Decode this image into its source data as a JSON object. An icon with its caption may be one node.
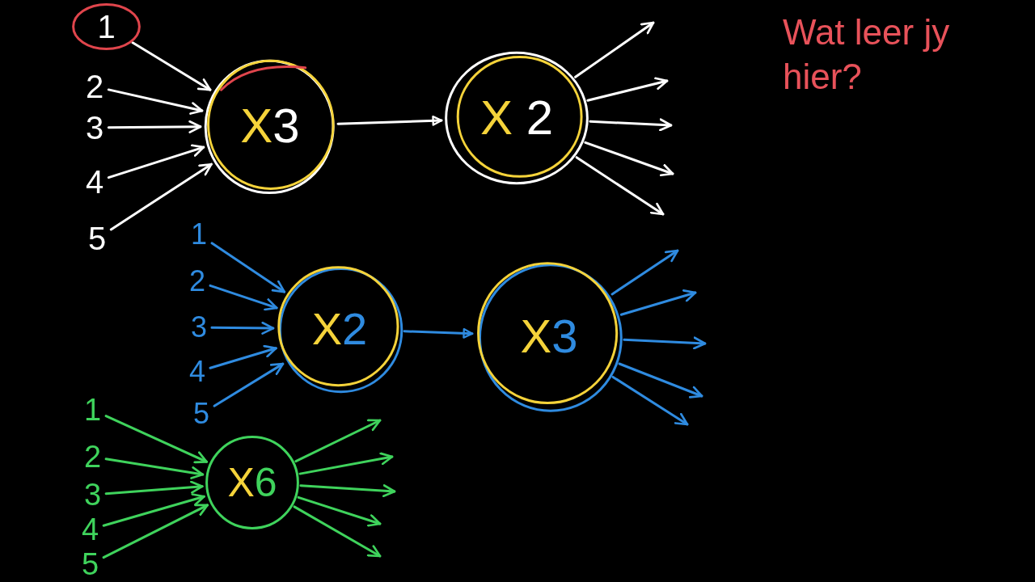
{
  "diagram": {
    "nodes": [
      {
        "text": [
          "1"
        ]
      },
      {
        "text": [
          "2"
        ]
      },
      {
        "text": [
          "3"
        ]
      },
      {
        "text": [
          "4"
        ]
      },
      {
        "text": [
          "5"
        ]
      },
      {
        "text": [
          "X3"
        ]
      },
      {
        "text": [
          "X 2"
        ]
      },
      {
        "text": [
          "1"
        ]
      },
      {
        "text": [
          "2"
        ]
      },
      {
        "text": [
          "3"
        ]
      },
      {
        "text": [
          "4"
        ]
      },
      {
        "text": [
          "5"
        ]
      },
      {
        "text": [
          "X2"
        ]
      },
      {
        "text": [
          "X3"
        ]
      },
      {
        "text": [
          "1"
        ]
      },
      {
        "text": [
          "2"
        ]
      },
      {
        "text": [
          "3"
        ]
      },
      {
        "text": [
          "4"
        ]
      },
      {
        "text": [
          "5"
        ]
      },
      {
        "text": [
          "X6"
        ]
      }
    ],
    "edges": [
      {
        "from": 0,
        "to": 5,
        "arrow": "to"
      },
      {
        "from": 1,
        "to": 5,
        "arrow": "to"
      },
      {
        "from": 2,
        "to": 5,
        "arrow": "to"
      },
      {
        "from": 3,
        "to": 5,
        "arrow": "to"
      },
      {
        "from": 4,
        "to": 5,
        "arrow": "to"
      },
      {
        "from": 5,
        "to": 6,
        "arrow": "to"
      },
      {
        "from": 6,
        "to": null,
        "arrow": "to"
      },
      {
        "from": 6,
        "to": null,
        "arrow": "to"
      },
      {
        "from": 6,
        "to": null,
        "arrow": "to"
      },
      {
        "from": 6,
        "to": null,
        "arrow": "to"
      },
      {
        "from": 6,
        "to": null,
        "arrow": "to"
      },
      {
        "from": 7,
        "to": 12,
        "arrow": "to",
        "color": "#2f8be0"
      },
      {
        "from": 8,
        "to": 12,
        "arrow": "to",
        "color": "#2f8be0"
      },
      {
        "from": 9,
        "to": 12,
        "arrow": "to",
        "color": "#2f8be0"
      },
      {
        "from": 10,
        "to": 12,
        "arrow": "to",
        "color": "#2f8be0"
      },
      {
        "from": 11,
        "to": 12,
        "arrow": "to",
        "color": "#2f8be0"
      },
      {
        "from": 12,
        "to": 13,
        "arrow": "to",
        "color": "#2f8be0"
      },
      {
        "from": 13,
        "to": null,
        "arrow": "to",
        "color": "#2f8be0"
      },
      {
        "from": 13,
        "to": null,
        "arrow": "to",
        "color": "#2f8be0"
      },
      {
        "from": 13,
        "to": null,
        "arrow": "to",
        "color": "#2f8be0"
      },
      {
        "from": 13,
        "to": null,
        "arrow": "to",
        "color": "#2f8be0"
      },
      {
        "from": 13,
        "to": null,
        "arrow": "to",
        "color": "#2f8be0"
      },
      {
        "from": 14,
        "to": 19,
        "arrow": "to",
        "color": "#3fd35c"
      },
      {
        "from": 15,
        "to": 19,
        "arrow": "to",
        "color": "#3fd35c"
      },
      {
        "from": 16,
        "to": 19,
        "arrow": "to",
        "color": "#3fd35c"
      },
      {
        "from": 17,
        "to": 19,
        "arrow": "to",
        "color": "#3fd35c"
      },
      {
        "from": 18,
        "to": 19,
        "arrow": "to",
        "color": "#3fd35c"
      },
      {
        "from": 19,
        "to": null,
        "arrow": "to",
        "color": "#3fd35c"
      },
      {
        "from": 19,
        "to": null,
        "arrow": "to",
        "color": "#3fd35c"
      },
      {
        "from": 19,
        "to": null,
        "arrow": "to",
        "color": "#3fd35c"
      },
      {
        "from": 19,
        "to": null,
        "arrow": "to",
        "color": "#3fd35c"
      },
      {
        "from": 19,
        "to": null,
        "arrow": "to",
        "color": "#3fd35c"
      }
    ],
    "labels": [
      "Wat leer jy hier?"
    ]
  }
}
